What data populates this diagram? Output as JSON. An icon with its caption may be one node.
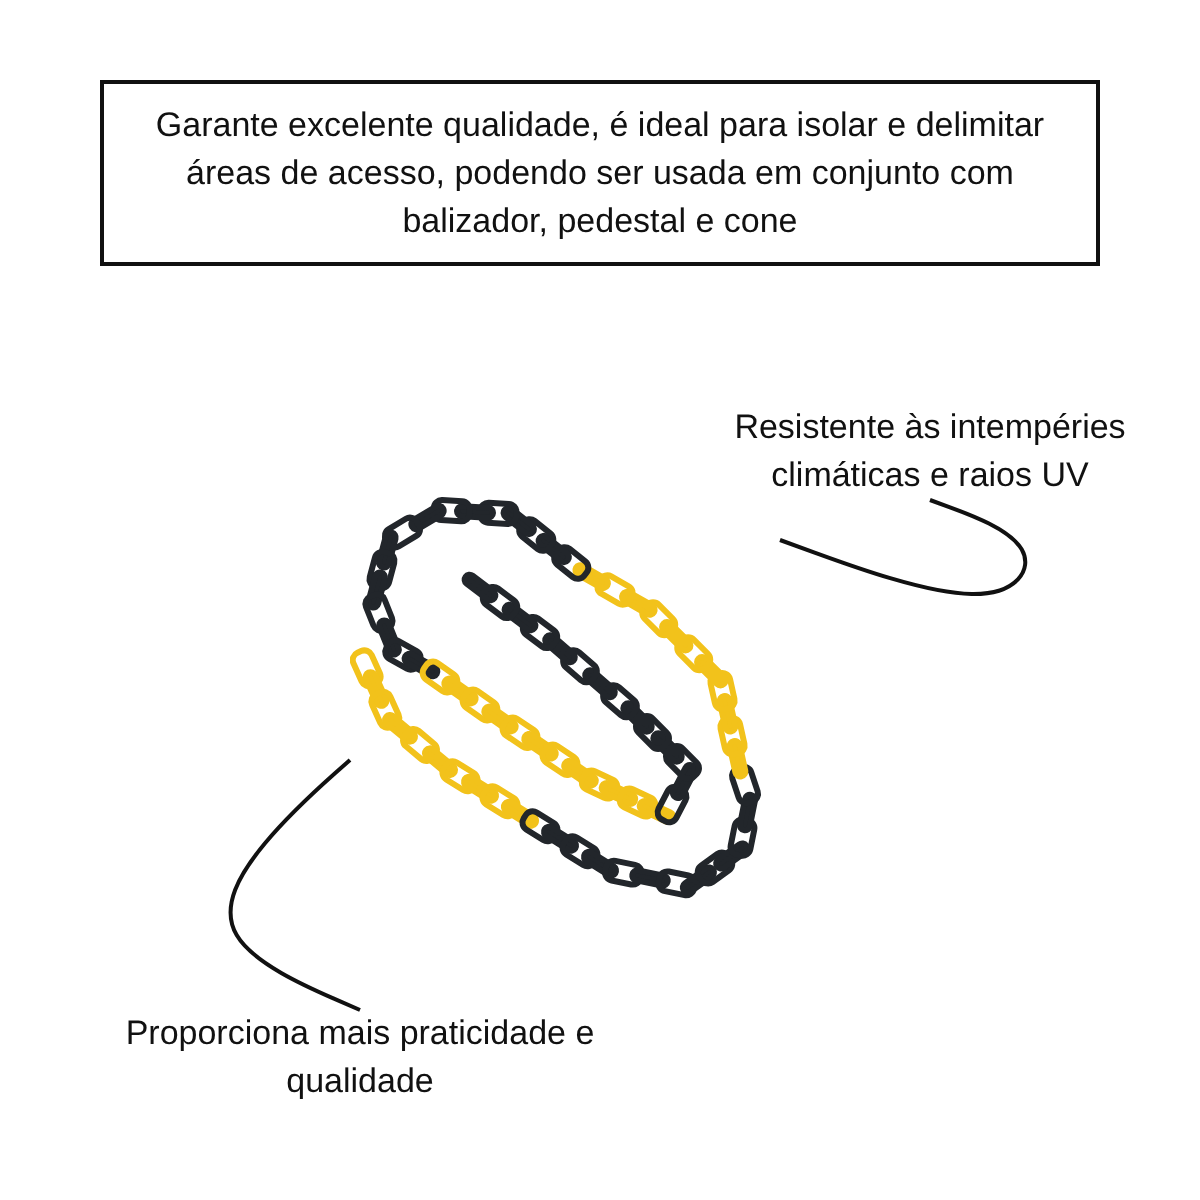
{
  "diagram": {
    "nodes": [
      {
        "text": [
          "Garante excelente qualidade, é ideal para isolar e delimitar áreas de acesso, podendo ser usada em conjunto com balizador, pedestal e cone"
        ]
      },
      {
        "text": [],
        "shape": "picture"
      },
      {
        "text": [
          "Resistente às intempéries climáticas e raios UV"
        ]
      },
      {
        "text": [
          "Proporciona mais praticidade e qualidade"
        ]
      }
    ],
    "edges": [
      {
        "from": 2,
        "to": 1,
        "arrow": "none"
      },
      {
        "from": 3,
        "to": 1,
        "arrow": "none"
      }
    ]
  }
}
